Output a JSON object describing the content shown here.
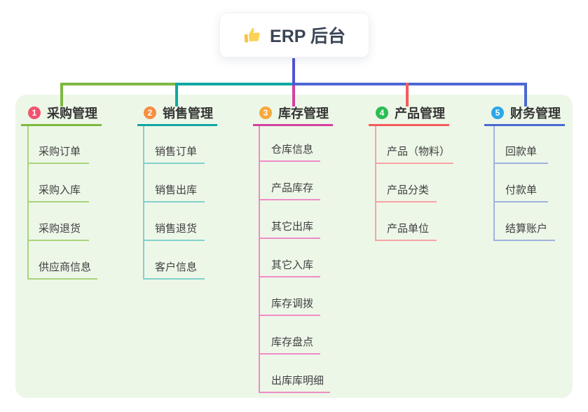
{
  "root": {
    "title": "ERP 后台",
    "icon": "thumbs-up-icon"
  },
  "canvas": {
    "background": "#ffffff",
    "panel_bg": "#edf7e8",
    "stem_color": "#5254d4",
    "text_color": "#3f3f3f"
  },
  "branches": [
    {
      "index": "1",
      "label": "采购管理",
      "badge_color": "#f1536f",
      "line_color": "#7db93f",
      "light_line_color": "#a9d37b",
      "children": [
        "采购订单",
        "采购入库",
        "采购退货",
        "供应商信息"
      ]
    },
    {
      "index": "2",
      "label": "销售管理",
      "badge_color": "#f78e41",
      "line_color": "#12a7a3",
      "light_line_color": "#82d2cb",
      "children": [
        "销售订单",
        "销售出库",
        "销售退货",
        "客户信息"
      ]
    },
    {
      "index": "3",
      "label": "库存管理",
      "badge_color": "#f6a93b",
      "line_color": "#d4409f",
      "light_line_color": "#ef8cc6",
      "children": [
        "仓库信息",
        "产品库存",
        "其它出库",
        "其它入库",
        "库存调拨",
        "库存盘点",
        "出库库明细"
      ]
    },
    {
      "index": "4",
      "label": "产品管理",
      "badge_color": "#2dbd56",
      "line_color": "#f45c5c",
      "light_line_color": "#f7a3a3",
      "children": [
        "产品（物料）",
        "产品分类",
        "产品单位"
      ]
    },
    {
      "index": "5",
      "label": "财务管理",
      "badge_color": "#2ba7e8",
      "line_color": "#4b68d2",
      "light_line_color": "#9fb2de",
      "children": [
        "回款单",
        "付款单",
        "结算账户"
      ]
    }
  ]
}
